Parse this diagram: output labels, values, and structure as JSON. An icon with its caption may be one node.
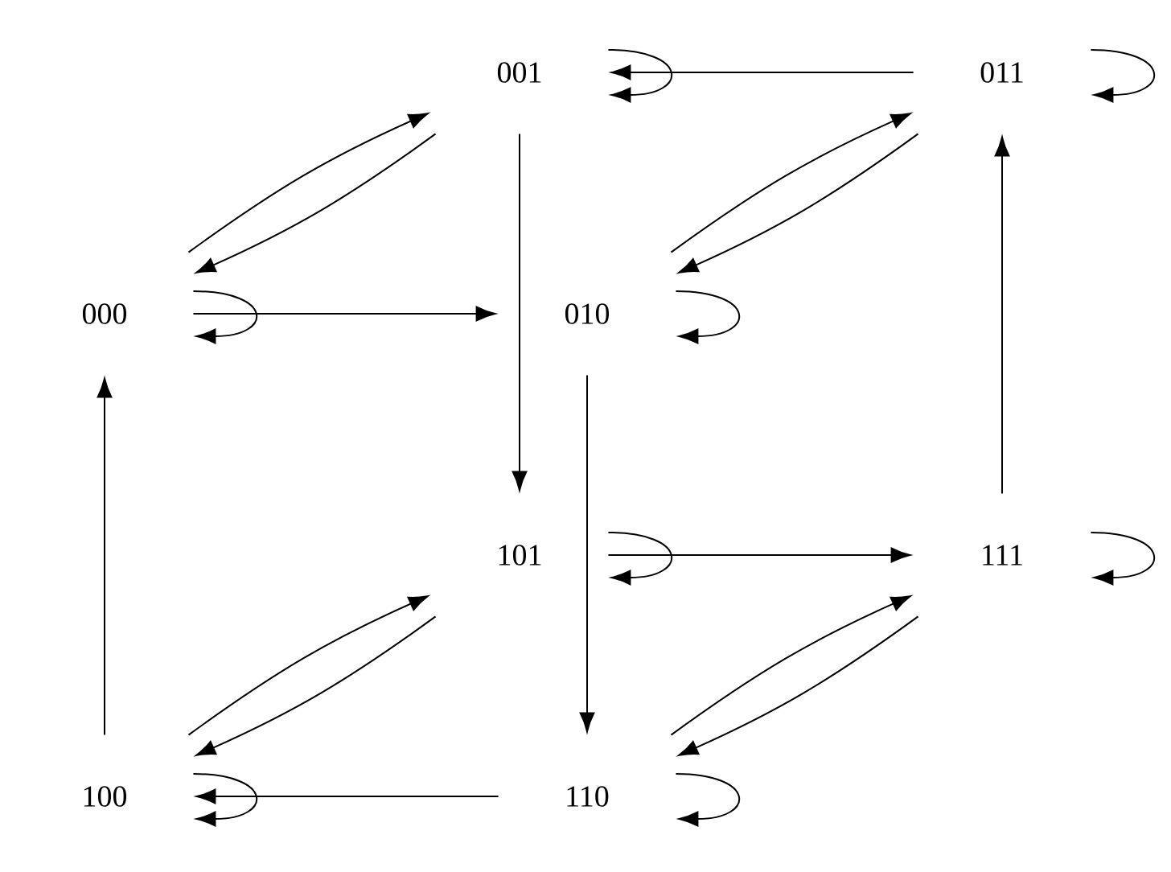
{
  "diagram": {
    "nodes": [
      {
        "text": [
          "000"
        ]
      },
      {
        "text": [
          "001"
        ]
      },
      {
        "text": [
          "010"
        ]
      },
      {
        "text": [
          "011"
        ]
      },
      {
        "text": [
          "100"
        ]
      },
      {
        "text": [
          "101"
        ]
      },
      {
        "text": [
          "110"
        ]
      },
      {
        "text": [
          "111"
        ]
      }
    ],
    "edges": [
      {
        "from": 0,
        "to": 0,
        "arrow": "to"
      },
      {
        "from": 0,
        "to": 1,
        "arrow": "to"
      },
      {
        "from": 0,
        "to": 2,
        "arrow": "to"
      },
      {
        "from": 1,
        "to": 0,
        "arrow": "to"
      },
      {
        "from": 1,
        "to": 1,
        "arrow": "to"
      },
      {
        "from": 1,
        "to": 5,
        "arrow": "to"
      },
      {
        "from": 2,
        "to": 2,
        "arrow": "to"
      },
      {
        "from": 2,
        "to": 3,
        "arrow": "to"
      },
      {
        "from": 2,
        "to": 6,
        "arrow": "to"
      },
      {
        "from": 3,
        "to": 1,
        "arrow": "to"
      },
      {
        "from": 3,
        "to": 2,
        "arrow": "to"
      },
      {
        "from": 3,
        "to": 3,
        "arrow": "to"
      },
      {
        "from": 4,
        "to": 0,
        "arrow": "to"
      },
      {
        "from": 4,
        "to": 4,
        "arrow": "to"
      },
      {
        "from": 4,
        "to": 5,
        "arrow": "to"
      },
      {
        "from": 5,
        "to": 4,
        "arrow": "to"
      },
      {
        "from": 5,
        "to": 5,
        "arrow": "to"
      },
      {
        "from": 5,
        "to": 7,
        "arrow": "to"
      },
      {
        "from": 6,
        "to": 4,
        "arrow": "to"
      },
      {
        "from": 6,
        "to": 6,
        "arrow": "to"
      },
      {
        "from": 6,
        "to": 7,
        "arrow": "to"
      },
      {
        "from": 7,
        "to": 3,
        "arrow": "to"
      },
      {
        "from": 7,
        "to": 6,
        "arrow": "to"
      },
      {
        "from": 7,
        "to": 7,
        "arrow": "to"
      }
    ]
  }
}
